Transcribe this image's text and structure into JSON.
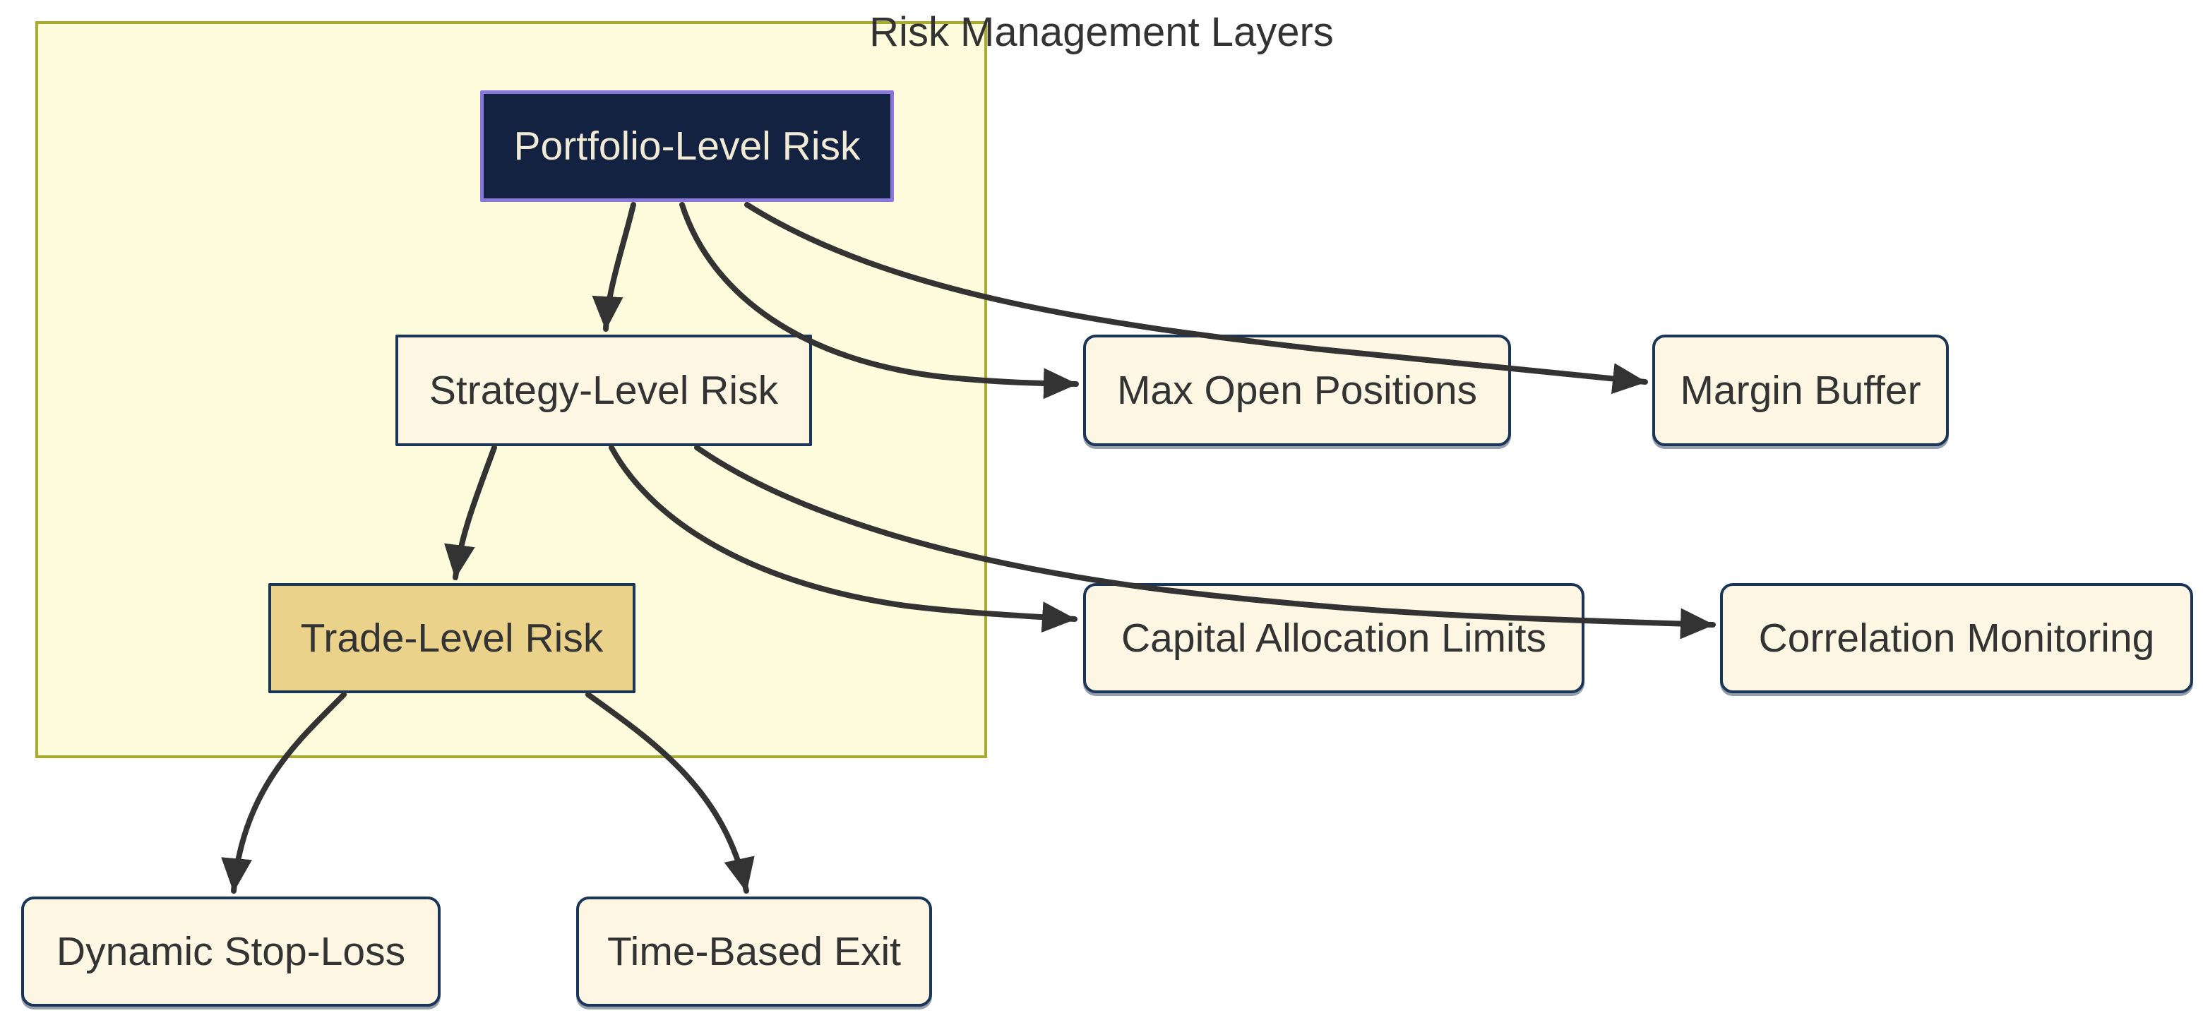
{
  "diagram": {
    "type": "flowchart",
    "direction": "top-down",
    "edge_color": "#333333",
    "cluster": {
      "label": "Risk Management Layers",
      "fill": "#fdfcdc",
      "stroke": "#aaaa33",
      "label_color": "#333333"
    },
    "nodes": [
      {
        "id": "portfolio",
        "label": "Portfolio-Level Risk",
        "shape": "rect",
        "fill": "#132240",
        "stroke": "#8a77dd",
        "text_color": "#f0ead6",
        "in_cluster": true
      },
      {
        "id": "strategy",
        "label": "Strategy-Level Risk",
        "shape": "rect",
        "fill": "#fdf6e3",
        "stroke": "#1b3558",
        "text_color": "#333333",
        "in_cluster": true
      },
      {
        "id": "trade",
        "label": "Trade-Level Risk",
        "shape": "rect",
        "fill": "#ead28b",
        "stroke": "#1b3558",
        "text_color": "#333333",
        "in_cluster": true
      },
      {
        "id": "maxpos",
        "label": "Max Open Positions",
        "shape": "rounded",
        "fill": "#fdf6e3",
        "stroke": "#1b3558",
        "text_color": "#333333",
        "in_cluster": false
      },
      {
        "id": "margin",
        "label": "Margin Buffer",
        "shape": "rounded",
        "fill": "#fdf6e3",
        "stroke": "#1b3558",
        "text_color": "#333333",
        "in_cluster": false
      },
      {
        "id": "capital",
        "label": "Capital Allocation Limits",
        "shape": "rounded",
        "fill": "#fdf6e3",
        "stroke": "#1b3558",
        "text_color": "#333333",
        "in_cluster": false
      },
      {
        "id": "correl",
        "label": "Correlation Monitoring",
        "shape": "rounded",
        "fill": "#fdf6e3",
        "stroke": "#1b3558",
        "text_color": "#333333",
        "in_cluster": false
      },
      {
        "id": "stoploss",
        "label": "Dynamic Stop-Loss",
        "shape": "rounded",
        "fill": "#fdf6e3",
        "stroke": "#1b3558",
        "text_color": "#333333",
        "in_cluster": false
      },
      {
        "id": "timeexit",
        "label": "Time-Based Exit",
        "shape": "rounded",
        "fill": "#fdf6e3",
        "stroke": "#1b3558",
        "text_color": "#333333",
        "in_cluster": false
      }
    ],
    "edges": [
      {
        "from": "portfolio",
        "to": "strategy"
      },
      {
        "from": "portfolio",
        "to": "maxpos"
      },
      {
        "from": "portfolio",
        "to": "margin"
      },
      {
        "from": "strategy",
        "to": "trade"
      },
      {
        "from": "strategy",
        "to": "capital"
      },
      {
        "from": "strategy",
        "to": "correl"
      },
      {
        "from": "trade",
        "to": "stoploss"
      },
      {
        "from": "trade",
        "to": "timeexit"
      }
    ]
  }
}
